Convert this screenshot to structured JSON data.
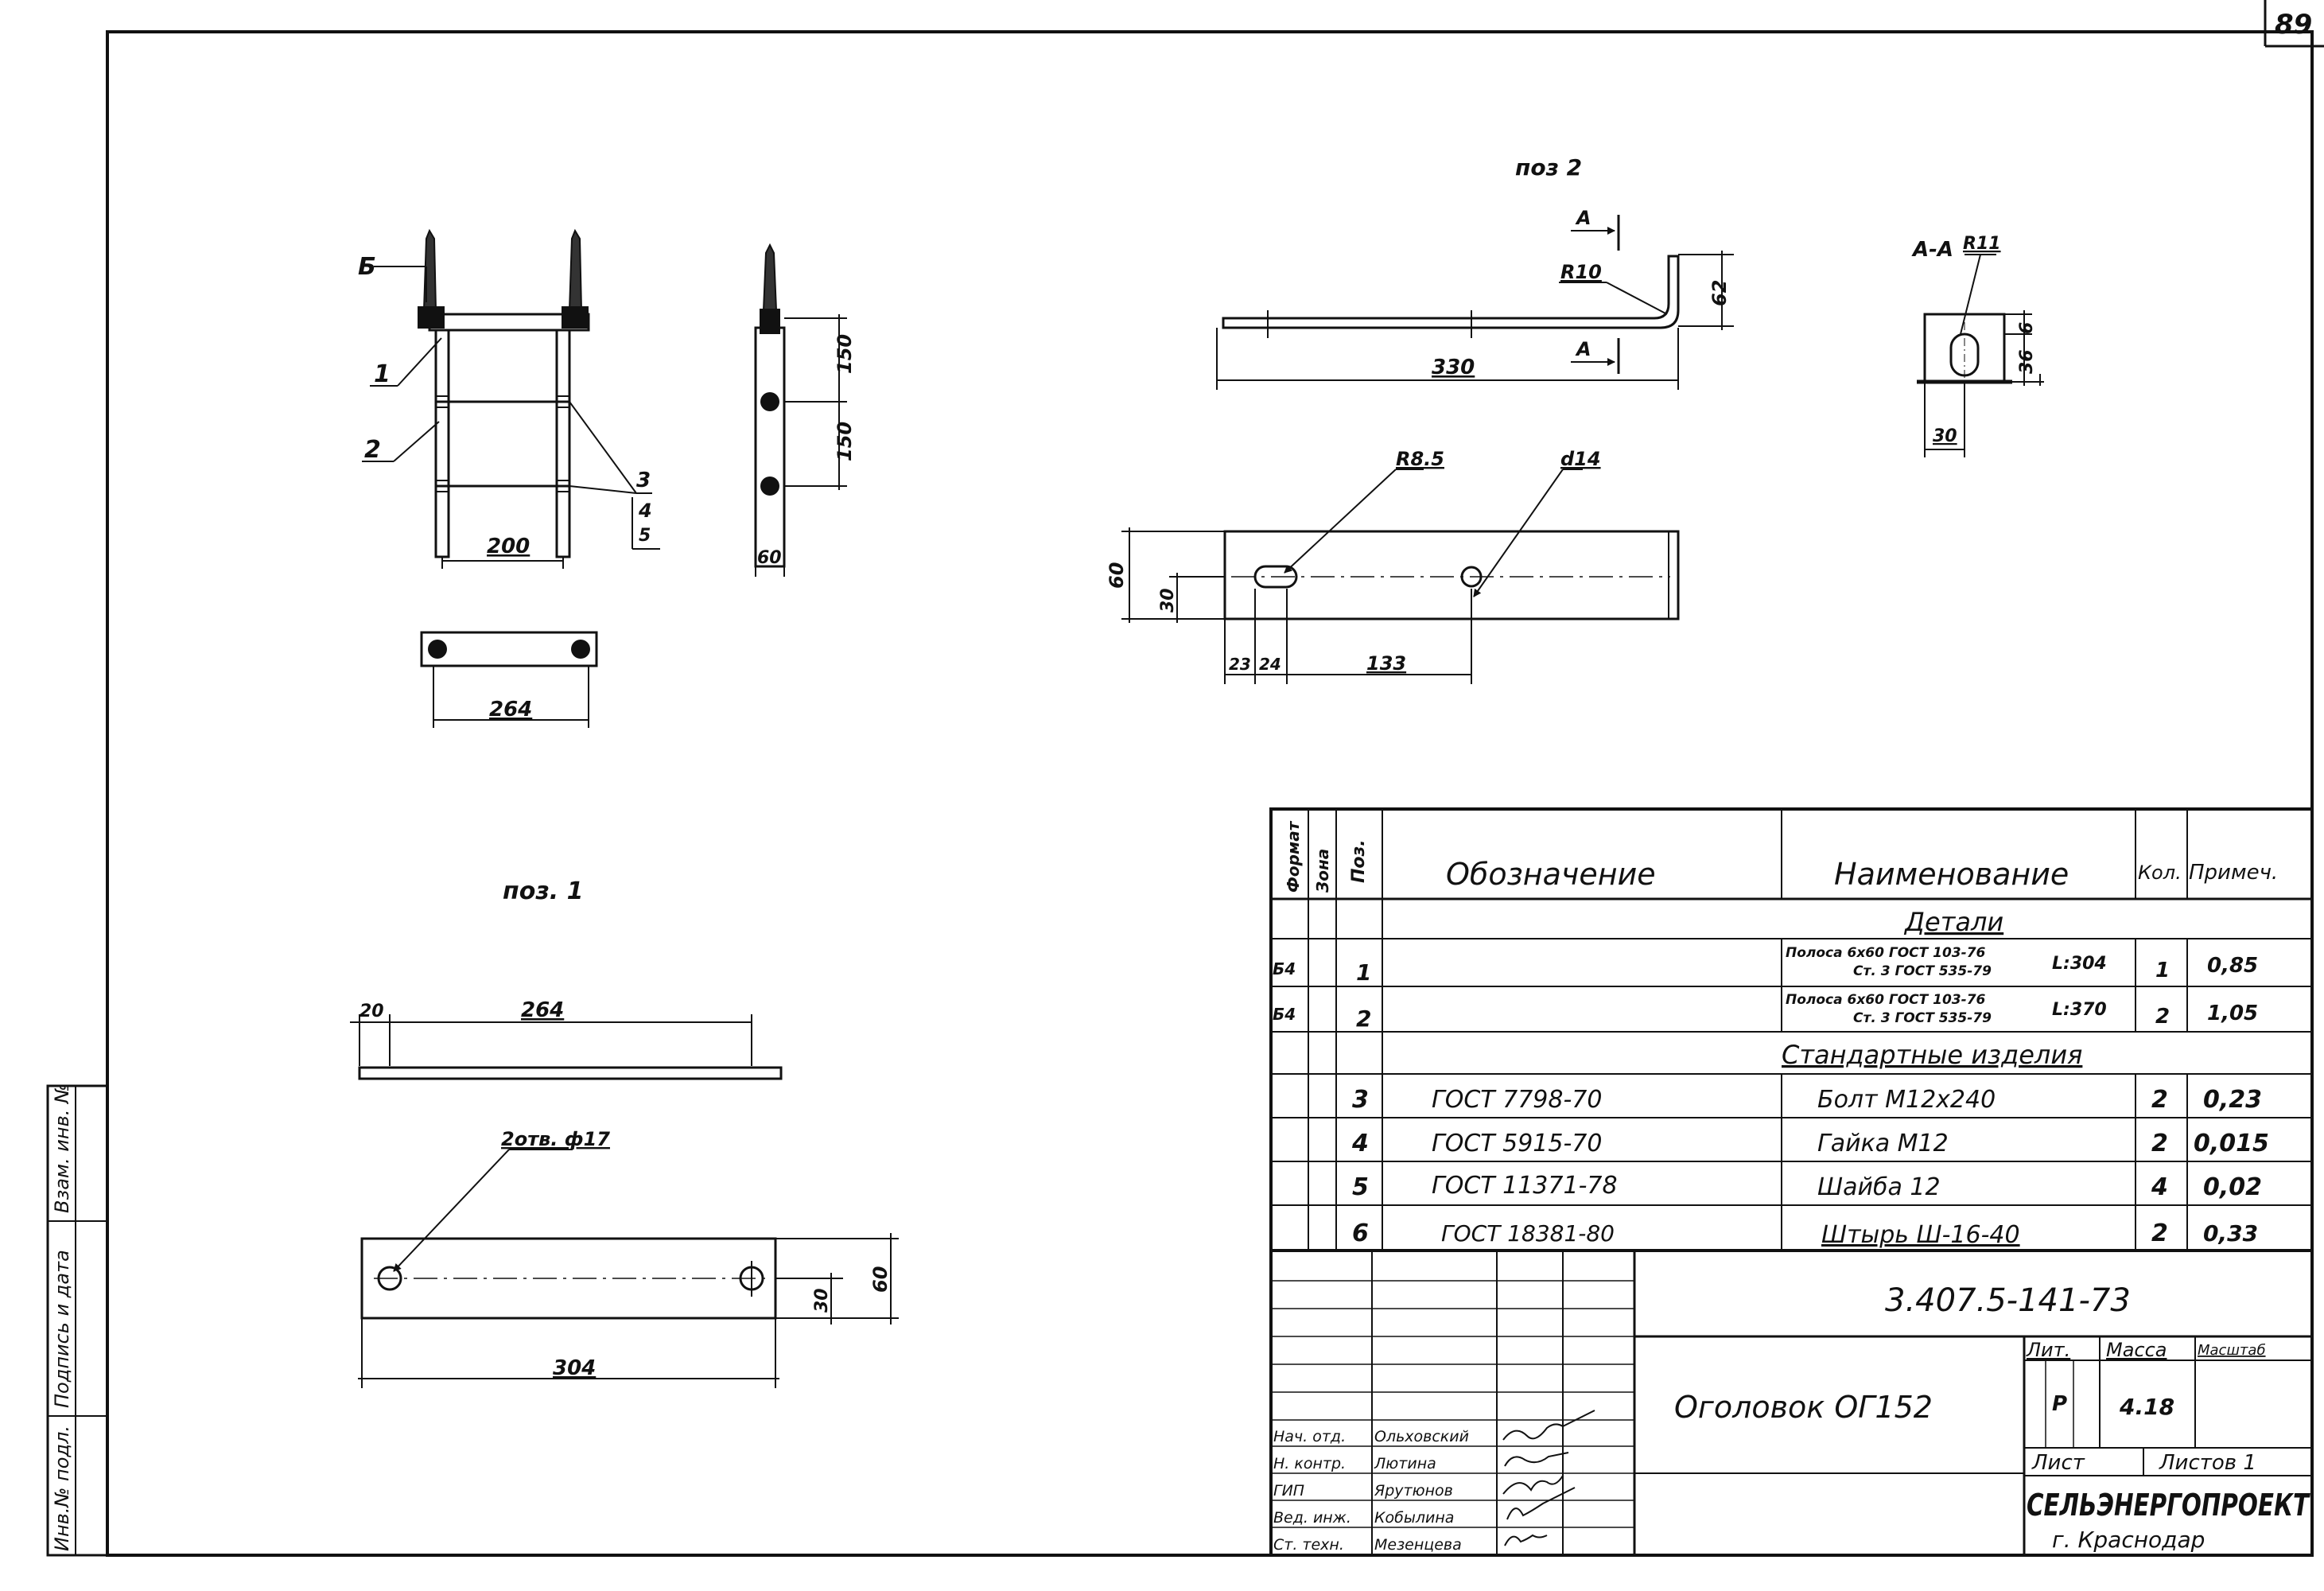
{
  "sheet_number": "89",
  "side_stamp": [
    "Инв.№ подл.",
    "Подпись и дата",
    "Взам. инв. №"
  ],
  "views": {
    "assembly": {
      "callouts": [
        "Б",
        "1",
        "2",
        "3",
        "4",
        "5"
      ],
      "dims": [
        "200",
        "150",
        "150",
        "60",
        "264"
      ]
    },
    "pos2": {
      "title": "поз 2",
      "section_mark": "А",
      "dims": [
        "R10",
        "330",
        "62",
        "R8.5",
        "d14",
        "60",
        "30",
        "23",
        "24",
        "133"
      ],
      "section": {
        "title": "А-А",
        "dims": [
          "R11",
          "30",
          "6",
          "36"
        ]
      }
    },
    "pos1": {
      "title": "поз. 1",
      "hole_label": "2отв. ф17",
      "dims": [
        "20",
        "264",
        "304",
        "30",
        "60"
      ]
    }
  },
  "spec": {
    "headers": {
      "format": "Формат",
      "zone": "Зона",
      "pos": "Поз.",
      "designation": "Обозначение",
      "name": "Наименование",
      "qty": "Кол.",
      "note": "Примеч."
    },
    "section_details": "Детали",
    "section_standard": "Стандартные изделия",
    "details": [
      {
        "format": "Б4",
        "pos": "1",
        "name_a": "Полоса 6х60 ГОСТ 103-76",
        "name_b": "Ст. 3 ГОСТ 535-79",
        "length": "L:304",
        "qty": "1",
        "note": "0,85"
      },
      {
        "format": "Б4",
        "pos": "2",
        "name_a": "Полоса 6х60 ГОСТ 103-76",
        "name_b": "Ст. 3 ГОСТ 535-79",
        "length": "L:370",
        "qty": "2",
        "note": "1,05"
      }
    ],
    "standard": [
      {
        "pos": "3",
        "designation": "ГОСТ 7798-70",
        "name": "Болт М12х240",
        "qty": "2",
        "note": "0,23"
      },
      {
        "pos": "4",
        "designation": "ГОСТ 5915-70",
        "name": "Гайка М12",
        "qty": "2",
        "note": "0,015"
      },
      {
        "pos": "5",
        "designation": "ГОСТ 11371-78",
        "name": "Шайба 12",
        "qty": "4",
        "note": "0,02"
      },
      {
        "pos": "6",
        "designation": "ГОСТ 18381-80",
        "name": "Штырь Ш-16-40",
        "qty": "2",
        "note": "0,33"
      }
    ]
  },
  "title_block": {
    "doc_code": "3.407.5-141-73",
    "title": "Оголовок ОГ152",
    "lit_label": "Лит.",
    "mass_label": "Масса",
    "scale_label": "Масштаб",
    "lit_value": "Р",
    "mass_value": "4.18",
    "sheet_label": "Лист",
    "sheets_label": "Листов 1",
    "org": "СЕЛЬЭНЕРГОПРОЕКТ",
    "city": "г. Краснодар",
    "people": [
      {
        "role": "Нач. отд.",
        "name": "Ольховский"
      },
      {
        "role": "Н. контр.",
        "name": "Лютина"
      },
      {
        "role": "ГИП",
        "name": "Ярутюнов"
      },
      {
        "role": "Вед. инж.",
        "name": "Кобылина"
      },
      {
        "role": "Ст. техн.",
        "name": "Мезенцева"
      }
    ]
  }
}
